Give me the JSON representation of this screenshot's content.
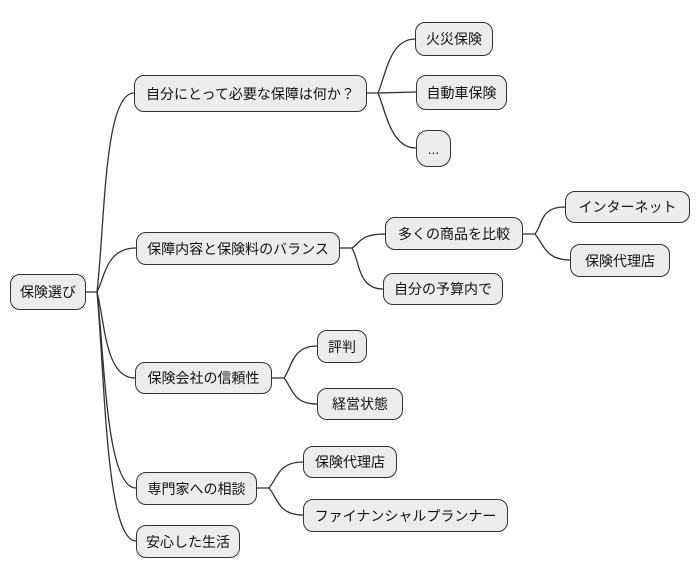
{
  "diagram_type": "mindmap",
  "colors": {
    "background": "#ffffff",
    "node_fill": "#ececec",
    "node_border": "#333333",
    "edge": "#333333",
    "text": "#111111"
  },
  "mindmap": {
    "root": {
      "label": "保険選び",
      "children": [
        {
          "label": "自分にとって必要な保障は何か？",
          "children": [
            {
              "label": "火災保険"
            },
            {
              "label": "自動車保険"
            },
            {
              "label": "..."
            }
          ]
        },
        {
          "label": "保障内容と保険料のバランス",
          "children": [
            {
              "label": "多くの商品を比較",
              "children": [
                {
                  "label": "インターネット"
                },
                {
                  "label": "保険代理店"
                }
              ]
            },
            {
              "label": "自分の予算内で"
            }
          ]
        },
        {
          "label": "保険会社の信頼性",
          "children": [
            {
              "label": "評判"
            },
            {
              "label": "経営状態"
            }
          ]
        },
        {
          "label": "専門家への相談",
          "children": [
            {
              "label": "保険代理店"
            },
            {
              "label": "ファイナンシャルプランナー"
            }
          ]
        },
        {
          "label": "安心した生活"
        }
      ]
    }
  }
}
